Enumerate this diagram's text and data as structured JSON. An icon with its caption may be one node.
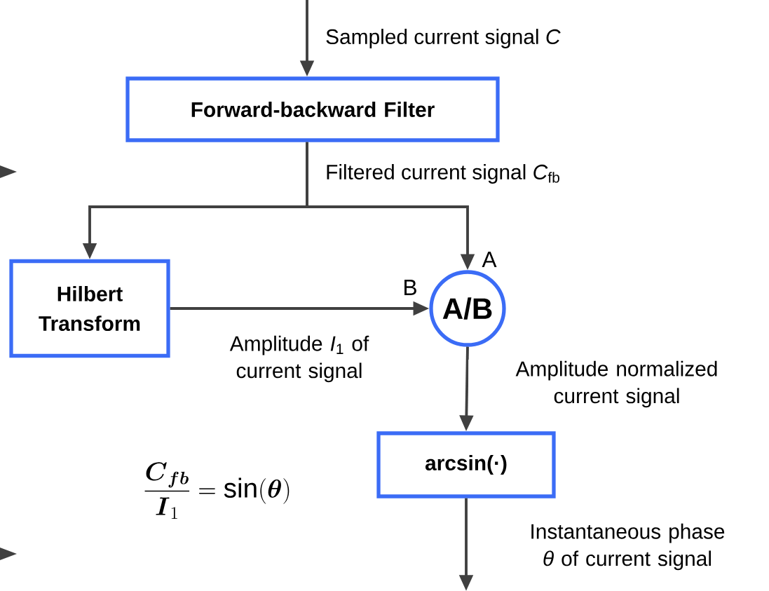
{
  "diagram": {
    "nodes": [
      {
        "text": [
          "Forward-backward Filter"
        ]
      },
      {
        "text": [
          "Hilbert Transform"
        ]
      },
      {
        "text": [
          "A/B"
        ]
      },
      {
        "text": [
          "arcsin(·)"
        ]
      }
    ],
    "edges": [
      {
        "from": null,
        "to": 0,
        "arrow": "to",
        "label": "Sampled current signal *C*"
      },
      {
        "from": 0,
        "to": 1,
        "arrow": "to"
      },
      {
        "from": 0,
        "to": 2,
        "arrow": "to",
        "label": "Filtered current signal *C*$_{fb}$"
      },
      {
        "from": 1,
        "to": 2,
        "arrow": "to",
        "label": "Amplitude *I*$_{1}$ of current signal"
      },
      {
        "from": 2,
        "to": 3,
        "arrow": "to",
        "label": "Amplitude normalized current signal"
      },
      {
        "from": 3,
        "to": null,
        "arrow": "to",
        "label": "Instantaneous phase *θ* of current signal"
      }
    ],
    "labels": [
      "A",
      "B",
      "\\frac{\\boldsymbol{C}_{\\boldsymbol{fb}}}{\\boldsymbol{I}_{1}}=\\sin(\\boldsymbol{\\theta})"
    ]
  }
}
